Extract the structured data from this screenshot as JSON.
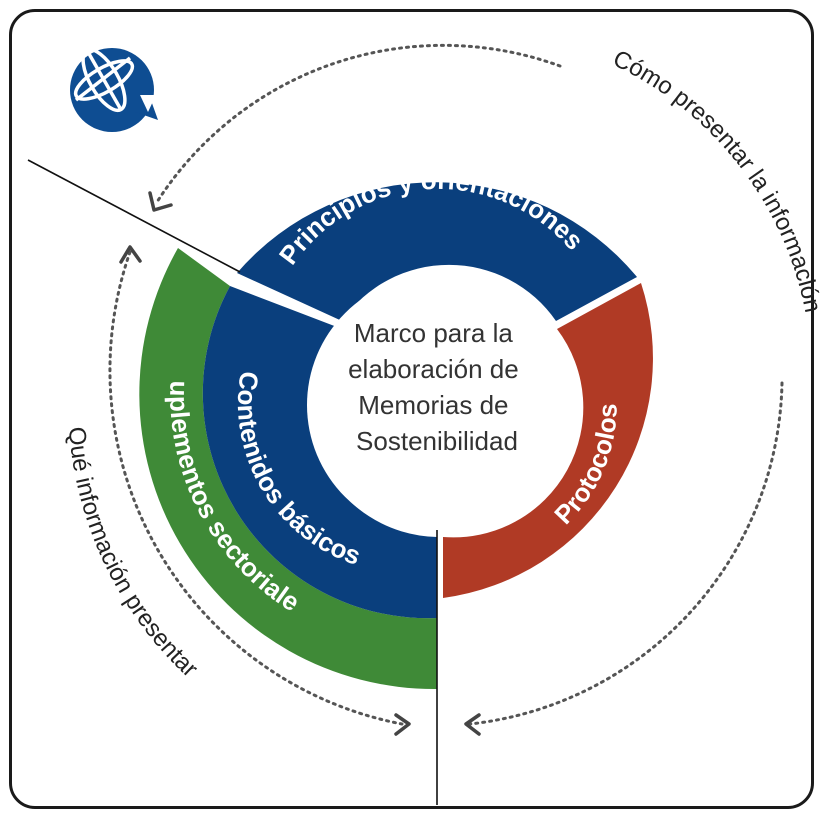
{
  "diagram": {
    "center_lines": [
      "Marco para la",
      "elaboración de",
      "Memorias de",
      "Sostenibilidad"
    ],
    "segments": {
      "principios": "Principios y orientaciones",
      "protocolos": "Protocolos",
      "contenidos": "Contenidos básicos",
      "suplementos": "Suplementos sectoriales"
    },
    "outer": {
      "como": "Cómo presentar la información",
      "que": "Qué información presentar"
    }
  },
  "colors": {
    "blue": "#0a3f7d",
    "red": "#b03a25",
    "green": "#3f8a37",
    "dots": "#555555",
    "logo": "#0e4d92"
  },
  "icons": {
    "logo": "globe-arrow-icon"
  }
}
